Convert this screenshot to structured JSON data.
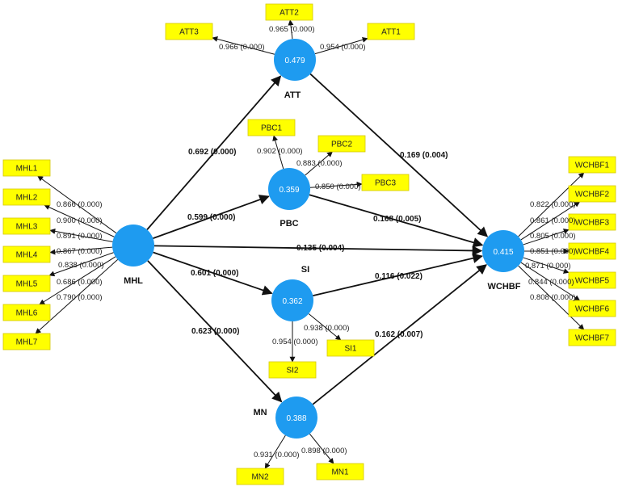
{
  "colors": {
    "construct_fill": "#1e9bf0",
    "indicator_fill": "#ffff00",
    "indicator_stroke": "#d4c800",
    "arrow": "#111111"
  },
  "constructs": [
    {
      "id": "ATT",
      "name": "ATT",
      "value": "0.479"
    },
    {
      "id": "PBC",
      "name": "PBC",
      "value": "0.359"
    },
    {
      "id": "MHL",
      "name": "MHL",
      "value": ""
    },
    {
      "id": "SI",
      "name": "SI",
      "value": "0.362"
    },
    {
      "id": "MN",
      "name": "MN",
      "value": "0.388"
    },
    {
      "id": "WCHBF",
      "name": "WCHBF",
      "value": "0.415"
    }
  ],
  "indicators": [
    {
      "id": "ATT1",
      "construct": "ATT",
      "loading": "0.954 (0.000)"
    },
    {
      "id": "ATT2",
      "construct": "ATT",
      "loading": "0.965 (0.000)"
    },
    {
      "id": "ATT3",
      "construct": "ATT",
      "loading": "0.966 (0.000)"
    },
    {
      "id": "PBC1",
      "construct": "PBC",
      "loading": "0.902 (0.000)"
    },
    {
      "id": "PBC2",
      "construct": "PBC",
      "loading": "0.883 (0.000)"
    },
    {
      "id": "PBC3",
      "construct": "PBC",
      "loading": "0.850 (0.000)"
    },
    {
      "id": "MHL1",
      "construct": "MHL",
      "loading": "0.866 (0.000)"
    },
    {
      "id": "MHL2",
      "construct": "MHL",
      "loading": "0.900 (0.000)"
    },
    {
      "id": "MHL3",
      "construct": "MHL",
      "loading": "0.891 (0.000)"
    },
    {
      "id": "MHL4",
      "construct": "MHL",
      "loading": "0.867 (0.000)"
    },
    {
      "id": "MHL5",
      "construct": "MHL",
      "loading": "0.838 (0.000)"
    },
    {
      "id": "MHL6",
      "construct": "MHL",
      "loading": "0.686 (0.000)"
    },
    {
      "id": "MHL7",
      "construct": "MHL",
      "loading": "0.790 (0.000)"
    },
    {
      "id": "SI1",
      "construct": "SI",
      "loading": "0.938 (0.000)"
    },
    {
      "id": "SI2",
      "construct": "SI",
      "loading": "0.954 (0.000)"
    },
    {
      "id": "MN1",
      "construct": "MN",
      "loading": "0.898 (0.000)"
    },
    {
      "id": "MN2",
      "construct": "MN",
      "loading": "0.931 (0.000)"
    },
    {
      "id": "WCHBF1",
      "construct": "WCHBF",
      "loading": "0.822 (0.000)"
    },
    {
      "id": "WCHBF2",
      "construct": "WCHBF",
      "loading": "0.861 (0.000)"
    },
    {
      "id": "WCHBF3",
      "construct": "WCHBF",
      "loading": "0.805 (0.000)"
    },
    {
      "id": "WCHBF4",
      "construct": "WCHBF",
      "loading": "0.851 (0.000)"
    },
    {
      "id": "WCHBF5",
      "construct": "WCHBF",
      "loading": "0.871 (0.000)"
    },
    {
      "id": "WCHBF6",
      "construct": "WCHBF",
      "loading": "0.844 (0.000)"
    },
    {
      "id": "WCHBF7",
      "construct": "WCHBF",
      "loading": "0.808 (0.000)"
    }
  ],
  "paths": [
    {
      "from": "MHL",
      "to": "ATT",
      "label": "0.692 (0.000)"
    },
    {
      "from": "MHL",
      "to": "PBC",
      "label": "0.599 (0.000)"
    },
    {
      "from": "MHL",
      "to": "WCHBF",
      "label": "0.135 (0.004)"
    },
    {
      "from": "MHL",
      "to": "SI",
      "label": "0.601 (0.000)"
    },
    {
      "from": "MHL",
      "to": "MN",
      "label": "0.623 (0.000)"
    },
    {
      "from": "ATT",
      "to": "WCHBF",
      "label": "0.169 (0.004)"
    },
    {
      "from": "PBC",
      "to": "WCHBF",
      "label": "0.168 (0.005)"
    },
    {
      "from": "SI",
      "to": "WCHBF",
      "label": "0.116 (0.022)"
    },
    {
      "from": "MN",
      "to": "WCHBF",
      "label": "0.162 (0.007)"
    }
  ]
}
